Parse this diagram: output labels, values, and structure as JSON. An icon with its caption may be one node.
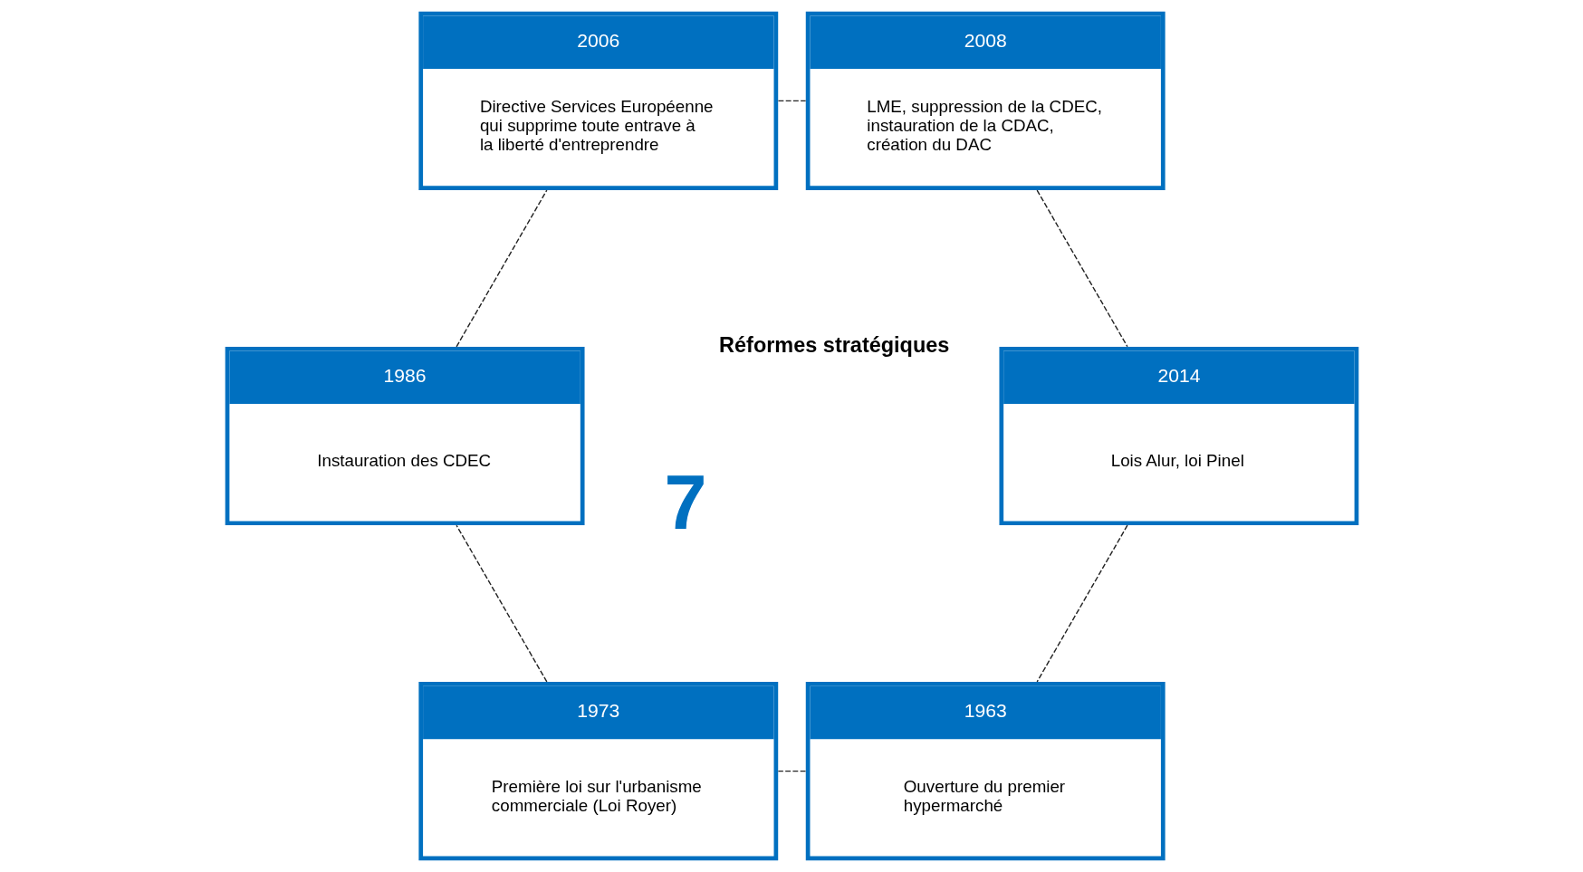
{
  "diagram": {
    "nodes": [
      {
        "text": [
          "1963",
          "Ouverture du premier hypermarché"
        ]
      },
      {
        "text": [
          "1973",
          "Première loi sur l'urbanisme commerciale (Loi Royer)"
        ]
      },
      {
        "text": [
          "1986",
          "Instauration des CDEC"
        ]
      },
      {
        "text": [
          "2006",
          "Directive Services Européenne qui supprime toute entrave à la liberté d'entreprendre"
        ]
      },
      {
        "text": [
          "2008",
          "LME, suppression de la CDEC, instauration de la CDAC, création du DAC"
        ]
      },
      {
        "text": [
          "2014",
          "Lois Alur, loi Pinel"
        ]
      }
    ],
    "edges": [
      {
        "from": 0,
        "to": 1,
        "arrow": "none",
        "style": "dashed"
      },
      {
        "from": 1,
        "to": 2,
        "arrow": "none",
        "style": "dashed"
      },
      {
        "from": 2,
        "to": 3,
        "arrow": "none",
        "style": "dashed"
      },
      {
        "from": 3,
        "to": 4,
        "arrow": "none",
        "style": "dashed"
      },
      {
        "from": 4,
        "to": 5,
        "arrow": "none",
        "style": "dashed"
      },
      {
        "from": 5,
        "to": 0,
        "arrow": "none",
        "style": "dashed"
      }
    ],
    "labels": [
      "7",
      "Réformes stratégiques"
    ]
  }
}
